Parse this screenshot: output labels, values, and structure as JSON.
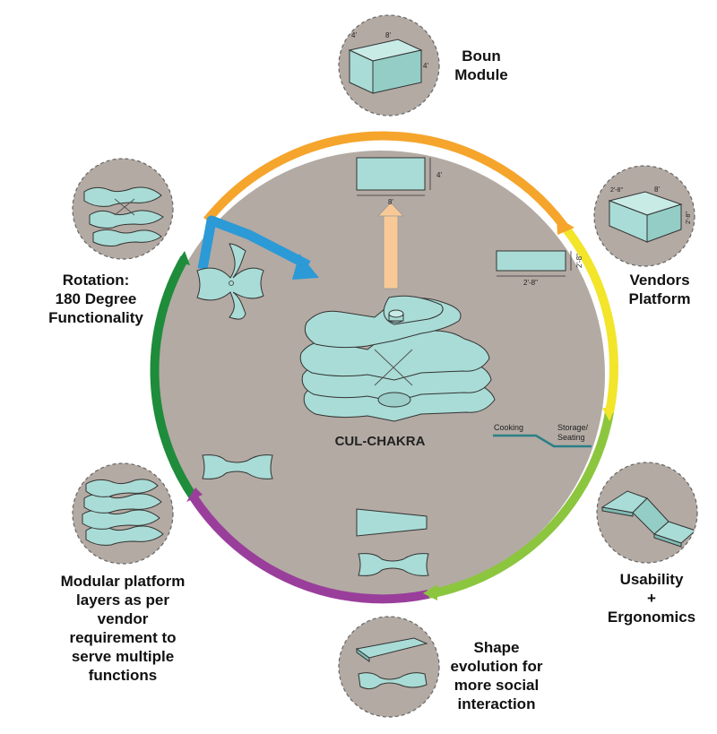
{
  "center_title": "CUL-CHAKRA",
  "stages": [
    {
      "id": "boun-module",
      "label": "Boun\nModule"
    },
    {
      "id": "vendors-platform",
      "label": "Vendors\nPlatform"
    },
    {
      "id": "usability",
      "label": "Usability\n+\nErgonomics"
    },
    {
      "id": "shape-evolution",
      "label": "Shape\nevolution for\nmore social\ninteraction"
    },
    {
      "id": "modular-layers",
      "label": "Modular platform\nlayers as per\nvendor\nrequirement to\nserve multiple\nfunctions"
    },
    {
      "id": "rotation",
      "label": "Rotation:\n180 Degree\nFunctionality"
    }
  ],
  "dimensions": {
    "boun_box_width": "8'",
    "boun_box_depth": "4'",
    "boun_box_height": "4'",
    "top_plan_width": "8'",
    "top_plan_depth": "4'",
    "vendor_box_width": "8'",
    "vendor_box_depth": "2'-8\"",
    "vendor_box_height": "2'-8\"",
    "vendor_plan_width": "2'-8\"",
    "vendor_plan_depth": "2'-8\""
  },
  "section_labels": {
    "cooking": "Cooking",
    "storage": "Storage/\nSeating"
  },
  "colors": {
    "disc": "#b3aaa3",
    "module_fill": "#a9dcd6",
    "arc_orange": "#f5a52c",
    "arc_yellow": "#f2e52a",
    "arc_lime": "#8cc63f",
    "arc_purple": "#9a3e9c",
    "arc_green": "#1e8c3a",
    "arrow_blue": "#2c9ad6",
    "arrow_peach": "#f8c996"
  }
}
